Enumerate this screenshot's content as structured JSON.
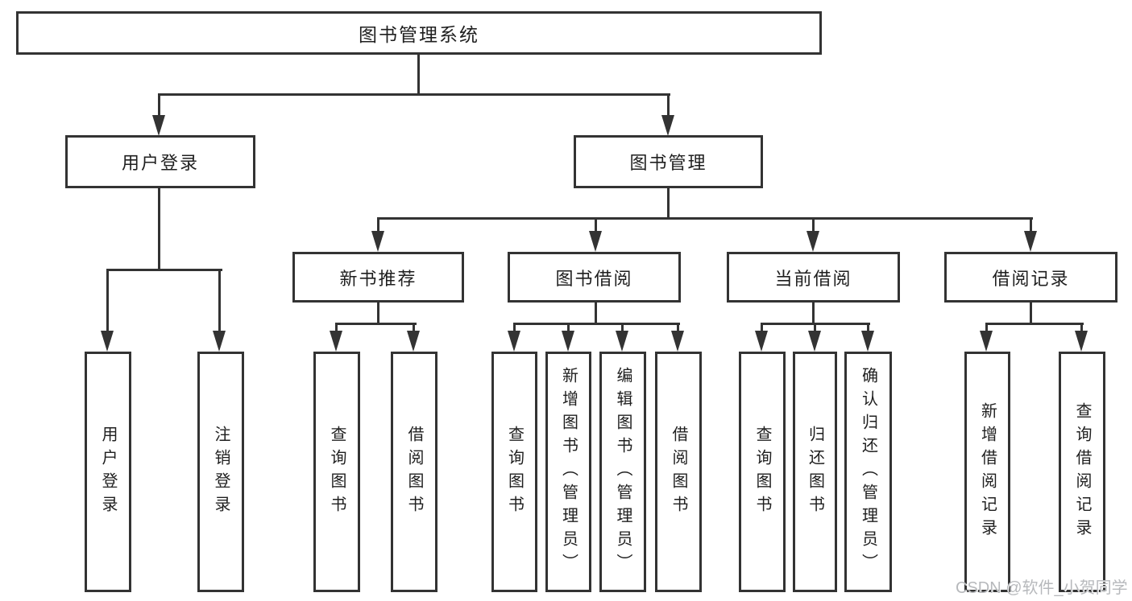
{
  "colors": {
    "line": "#333333",
    "box_border": "#333333",
    "box_fill": "#ffffff",
    "text": "#1f1f1f",
    "watermark": "#b7b9bc"
  },
  "tree": {
    "root": {
      "label": "图书管理系统"
    },
    "branches": [
      {
        "label": "用户登录",
        "children": [
          {
            "label": "用户登录"
          },
          {
            "label": "注销登录"
          }
        ]
      },
      {
        "label": "图书管理",
        "children": [
          {
            "label": "新书推荐",
            "children": [
              {
                "label": "查询图书"
              },
              {
                "label": "借阅图书"
              }
            ]
          },
          {
            "label": "图书借阅",
            "children": [
              {
                "label": "查询图书"
              },
              {
                "label": "新增图书（管理员）"
              },
              {
                "label": "编辑图书（管理员）"
              },
              {
                "label": "借阅图书"
              }
            ]
          },
          {
            "label": "当前借阅",
            "children": [
              {
                "label": "查询图书"
              },
              {
                "label": "归还图书"
              },
              {
                "label": "确认归还（管理员）"
              }
            ]
          },
          {
            "label": "借阅记录",
            "children": [
              {
                "label": "新增借阅记录"
              },
              {
                "label": "查询借阅记录"
              }
            ]
          }
        ]
      }
    ]
  },
  "watermark": {
    "text": "CSDN @软件_小贺同学"
  }
}
